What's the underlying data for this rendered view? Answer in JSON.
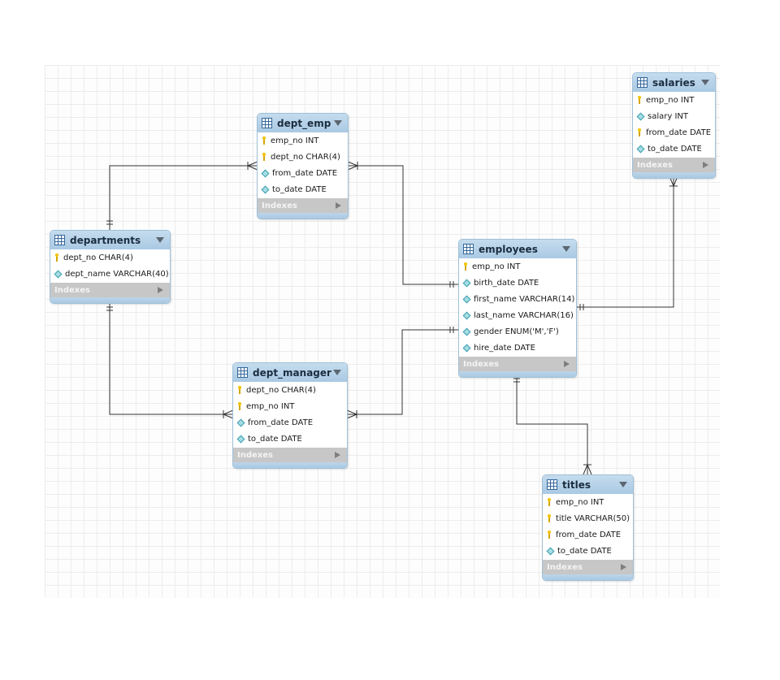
{
  "colors": {
    "header": "#a9c9e3",
    "border": "#9fc0d8",
    "key": "#f2c200",
    "column": "#3c9fae",
    "indexes_bar": "#c7c7c7",
    "link": "#333333"
  },
  "tables": {
    "dept_emp": {
      "name": "dept_emp",
      "columns": [
        {
          "text": "emp_no INT",
          "icon": "primary-key-icon"
        },
        {
          "text": "dept_no CHAR(4)",
          "icon": "primary-key-icon"
        },
        {
          "text": "from_date DATE",
          "icon": "column-icon"
        },
        {
          "text": "to_date DATE",
          "icon": "column-icon"
        }
      ],
      "indexes_label": "Indexes"
    },
    "salaries": {
      "name": "salaries",
      "columns": [
        {
          "text": "emp_no INT",
          "icon": "primary-key-icon"
        },
        {
          "text": "salary INT",
          "icon": "column-icon"
        },
        {
          "text": "from_date DATE",
          "icon": "primary-key-icon"
        },
        {
          "text": "to_date DATE",
          "icon": "column-icon"
        }
      ],
      "indexes_label": "Indexes"
    },
    "departments": {
      "name": "departments",
      "columns": [
        {
          "text": "dept_no CHAR(4)",
          "icon": "primary-key-icon"
        },
        {
          "text": "dept_name VARCHAR(40)",
          "icon": "column-icon"
        }
      ],
      "indexes_label": "Indexes"
    },
    "employees": {
      "name": "employees",
      "columns": [
        {
          "text": "emp_no INT",
          "icon": "primary-key-icon"
        },
        {
          "text": "birth_date DATE",
          "icon": "column-icon"
        },
        {
          "text": "first_name VARCHAR(14)",
          "icon": "column-icon"
        },
        {
          "text": "last_name VARCHAR(16)",
          "icon": "column-icon"
        },
        {
          "text": "gender ENUM('M','F')",
          "icon": "column-icon"
        },
        {
          "text": "hire_date DATE",
          "icon": "column-icon"
        }
      ],
      "indexes_label": "Indexes"
    },
    "dept_manager": {
      "name": "dept_manager",
      "columns": [
        {
          "text": "dept_no CHAR(4)",
          "icon": "primary-key-icon"
        },
        {
          "text": "emp_no INT",
          "icon": "primary-key-icon"
        },
        {
          "text": "from_date DATE",
          "icon": "column-icon"
        },
        {
          "text": "to_date DATE",
          "icon": "column-icon"
        }
      ],
      "indexes_label": "Indexes"
    },
    "titles": {
      "name": "titles",
      "columns": [
        {
          "text": "emp_no INT",
          "icon": "primary-key-icon"
        },
        {
          "text": "title VARCHAR(50)",
          "icon": "primary-key-icon"
        },
        {
          "text": "from_date DATE",
          "icon": "primary-key-icon"
        },
        {
          "text": "to_date DATE",
          "icon": "column-icon"
        }
      ],
      "indexes_label": "Indexes"
    }
  },
  "relationships": [
    {
      "from": "departments",
      "to": "dept_emp",
      "cardinality": "one-to-many"
    },
    {
      "from": "employees",
      "to": "dept_emp",
      "cardinality": "one-to-many"
    },
    {
      "from": "departments",
      "to": "dept_manager",
      "cardinality": "one-to-many"
    },
    {
      "from": "employees",
      "to": "dept_manager",
      "cardinality": "one-to-many"
    },
    {
      "from": "employees",
      "to": "salaries",
      "cardinality": "one-to-many"
    },
    {
      "from": "employees",
      "to": "titles",
      "cardinality": "one-to-many"
    }
  ]
}
